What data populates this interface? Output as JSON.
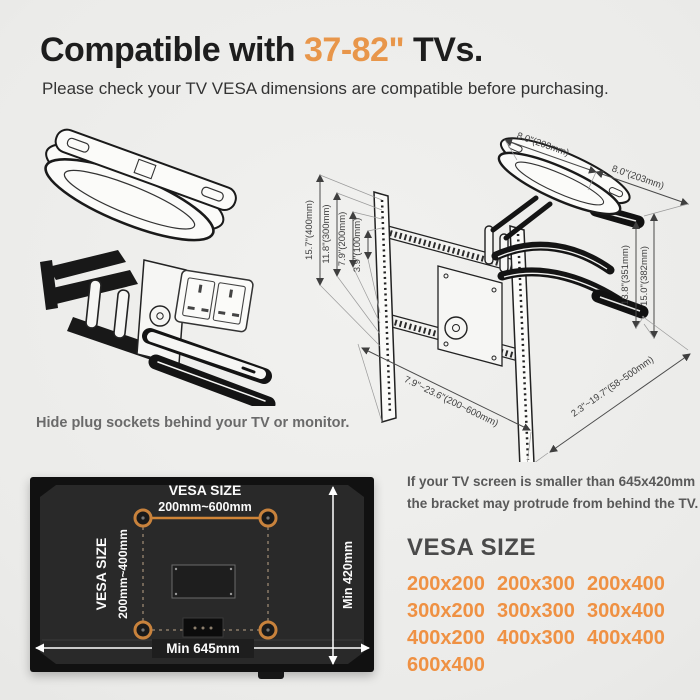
{
  "header": {
    "title_prefix": "Compatible with ",
    "title_highlight": "37-82\"",
    "title_suffix": " TVs.",
    "subtitle": "Please check your TV VESA dimensions are compatible before purchasing."
  },
  "left_diagram": {
    "caption": "Hide plug sockets behind your TV or monitor."
  },
  "right_diagram": {
    "labels": {
      "arm_left": "8.0\"(203mm)",
      "arm_right": "8.0\"(203mm)",
      "vesa_400": "15.7\"(400mm)",
      "vesa_300": "11.8\"(300mm)",
      "vesa_200": "7.9\"(200mm)",
      "vesa_100": "3.9\"(100mm)",
      "bracket_height": "13.8\"(351mm)",
      "total_height": "15.0\"(382mm)",
      "rail_width_range": "7.9\"~23.6\"(200~600mm)",
      "extension_range": "2.3\"~19.7\"(58~500mm)"
    }
  },
  "tv_panel": {
    "vesa_title_top": "VESA SIZE",
    "vesa_range_horizontal": "200mm~600mm",
    "vesa_title_side": "VESA SIZE",
    "vesa_range_vertical": "200mm~400mm",
    "min_width": "Min 645mm",
    "min_height": "Min 420mm"
  },
  "vesa_info": {
    "note_line1": "If your TV screen is smaller than 645x420mm",
    "note_line2": "the bracket may protrude from behind the TV.",
    "heading": "VESA SIZE",
    "sizes": [
      "200x200",
      "200x300",
      "200x400",
      "300x200",
      "300x300",
      "300x400",
      "400x200",
      "400x300",
      "400x400",
      "600x400"
    ]
  },
  "colors": {
    "accent_orange": "#E8964A",
    "sizes_orange": "#EF9143",
    "hole_ring_orange": "#C8823C",
    "tv_black": "#111111",
    "background_gray": "#EBEBE9"
  }
}
